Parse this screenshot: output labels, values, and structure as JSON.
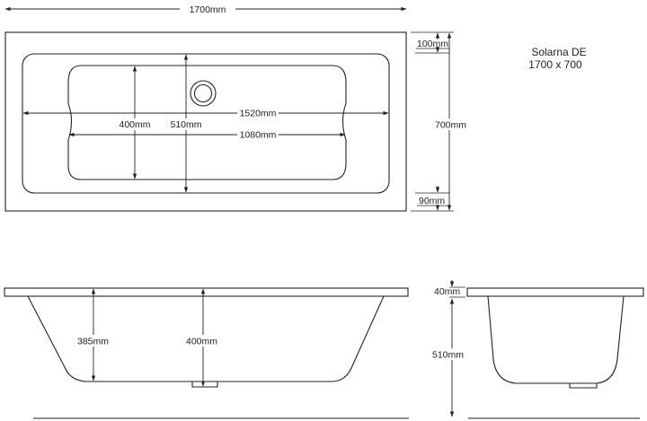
{
  "product": {
    "name": "Solarna DE",
    "size": "1700 x 700"
  },
  "dimensions": {
    "overall_length": "1700mm",
    "rim_top": "100mm",
    "overall_width": "700mm",
    "rim_bottom": "90mm",
    "inner_width": "400mm",
    "inner_depth_width": "510mm",
    "inner_length_top": "1520mm",
    "inner_length_bottom": "1080mm",
    "side_depth_end": "385mm",
    "side_depth_center": "400mm",
    "end_rim": "40mm",
    "end_depth": "510mm"
  },
  "colors": {
    "line": "#222222",
    "background": "#ffffff"
  }
}
